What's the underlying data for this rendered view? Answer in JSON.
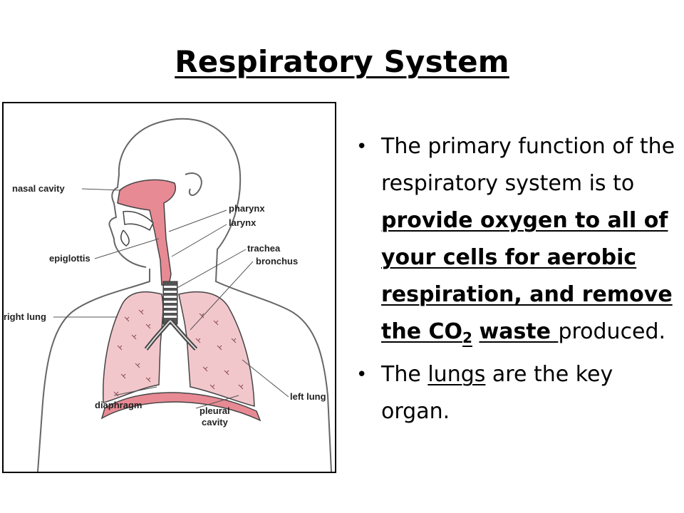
{
  "slide": {
    "title": "Respiratory System",
    "figure": {
      "labels": {
        "nasal_cavity": "nasal cavity",
        "pharynx": "pharynx",
        "larynx": "larynx",
        "trachea": "trachea",
        "bronchus": "bronchus",
        "epiglottis": "epiglottis",
        "right_lung": "right lung",
        "left_lung": "left lung",
        "diaphragm": "diaphragm",
        "pleural_cavity_line1": "pleural",
        "pleural_cavity_line2": "cavity"
      }
    },
    "bullets": [
      {
        "pre": "The primary function of the respiratory system is to ",
        "bold_underlined": "provide oxygen to all of your cells for aerobic respiration, and remove the CO",
        "subscript": "2",
        "bold_underlined_after": "waste ",
        "post": "produced."
      },
      {
        "pre": "The ",
        "underlined": "lungs",
        "post": " are the key organ."
      }
    ],
    "colors": {
      "lung_fill": "#f2c7cc",
      "airway_fill": "#e88a94",
      "outline": "#444444"
    }
  }
}
